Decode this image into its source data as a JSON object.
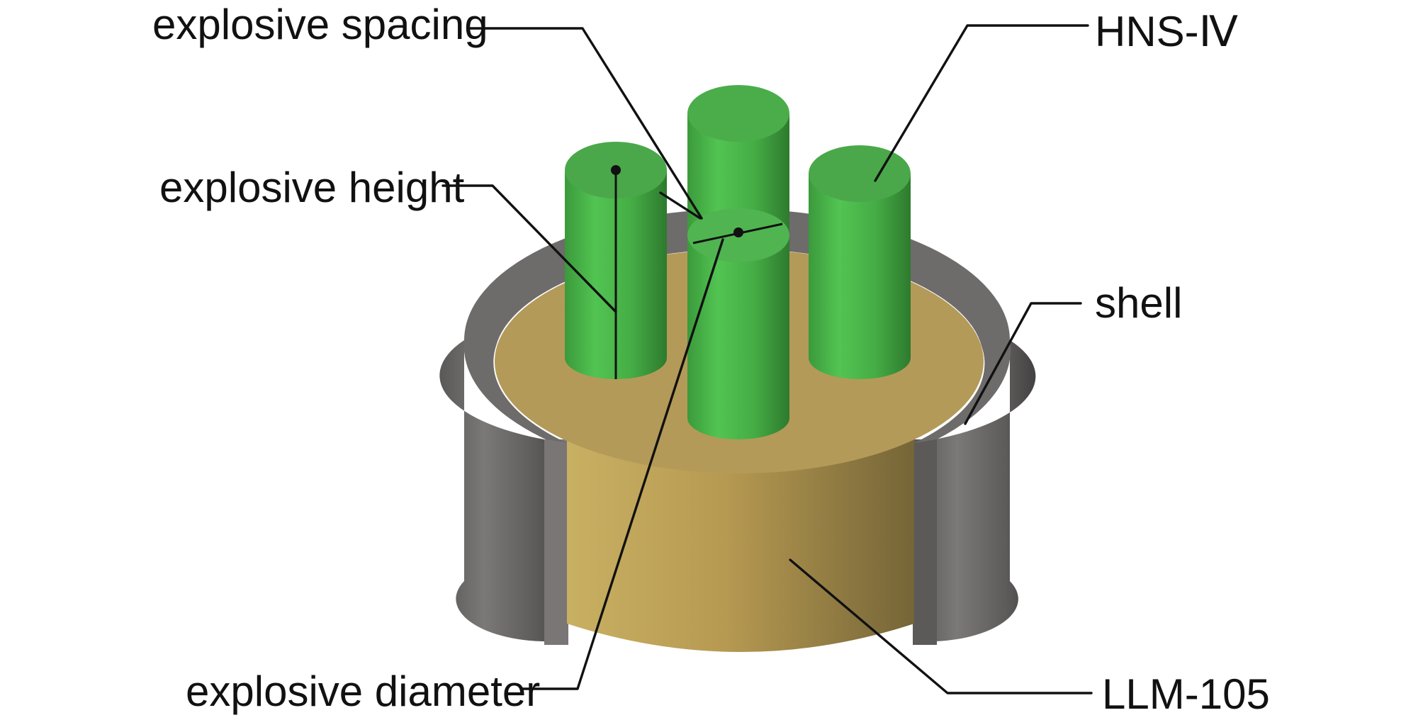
{
  "labels": {
    "explosive_spacing": "explosive spacing",
    "hns": "HNS-Ⅳ",
    "explosive_height": "explosive height",
    "shell": "shell",
    "explosive_diameter": "explosive diameter",
    "llm105": "LLM-105"
  },
  "colors": {
    "explosive_green": "#4cb84c",
    "explosive_top": "#4aa84a",
    "llm105_tan": "#b89c55",
    "shell_gray": "#6e6b6b",
    "leader_line": "#111111"
  }
}
